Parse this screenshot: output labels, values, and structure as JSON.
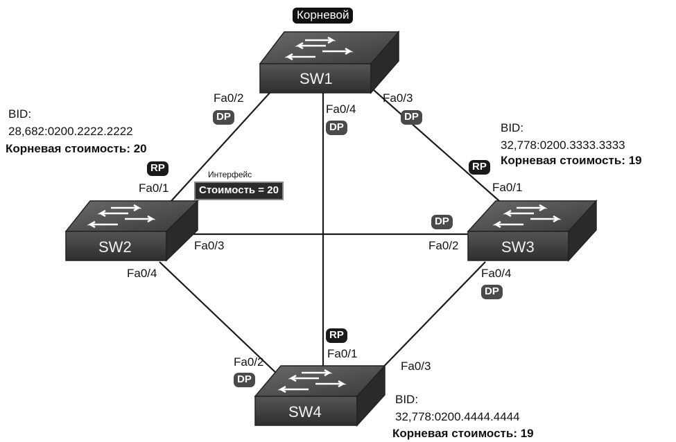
{
  "root_label": "Корневой",
  "switches": {
    "sw1": {
      "name": "SW1"
    },
    "sw2": {
      "name": "SW2"
    },
    "sw3": {
      "name": "SW3"
    },
    "sw4": {
      "name": "SW4"
    }
  },
  "sw2_info": {
    "bid_label": "BID:",
    "bid_value": "28,682:0200.2222.2222",
    "cost": "Корневая стоимость: 20"
  },
  "sw3_info": {
    "bid_label": "BID:",
    "bid_value": "32,778:0200.3333.3333",
    "cost": "Корневая стоимость: 19"
  },
  "sw4_info": {
    "bid_label": "BID:",
    "bid_value": "32,778:0200.4444.4444",
    "cost": "Корневая стоимость: 19"
  },
  "interface_cost": {
    "caption": "Интерфейс",
    "value": "Стоимость = 20"
  },
  "ports": {
    "sw1_fa02": "Fa0/2",
    "sw1_fa04": "Fa0/4",
    "sw1_fa03": "Fa0/3",
    "sw2_fa01": "Fa0/1",
    "sw2_fa03": "Fa0/3",
    "sw2_fa04": "Fa0/4",
    "sw3_fa01": "Fa0/1",
    "sw3_fa02": "Fa0/2",
    "sw3_fa04": "Fa0/4",
    "sw4_fa01": "Fa0/1",
    "sw4_fa02": "Fa0/2",
    "sw4_fa03": "Fa0/3"
  },
  "roles": {
    "dp": "DP",
    "rp": "RP"
  }
}
